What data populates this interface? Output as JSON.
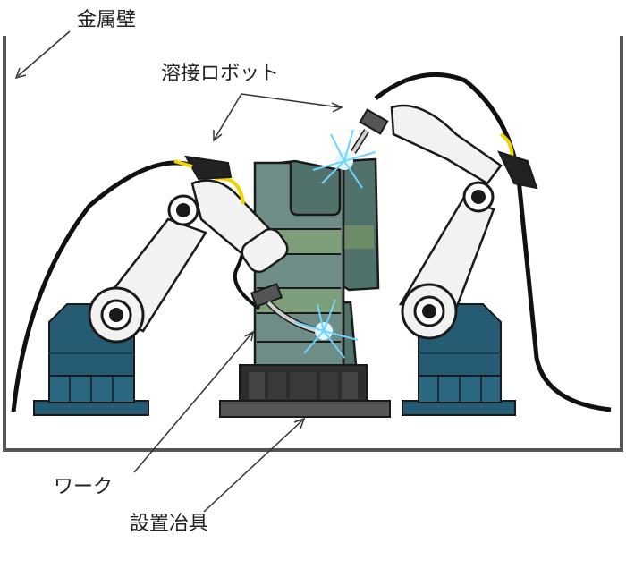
{
  "labels": {
    "wall": "金属壁",
    "robot": "溶接ロボット",
    "work": "ワーク",
    "fixture": "設置冶具"
  },
  "colors": {
    "robot_base": "#255b73",
    "robot_base_dark": "#183f52",
    "arm_white": "#f2f2f2",
    "outline": "#1a1a1a",
    "cable": "#111111",
    "cable_accent": "#f2d300",
    "work_main": "#6f8d87",
    "work_stripe": "#7e9d79",
    "fixture_dark": "#2d2d2d",
    "fixture_base": "#575757",
    "spark": "#6fd3ff",
    "wall": "#555555"
  }
}
